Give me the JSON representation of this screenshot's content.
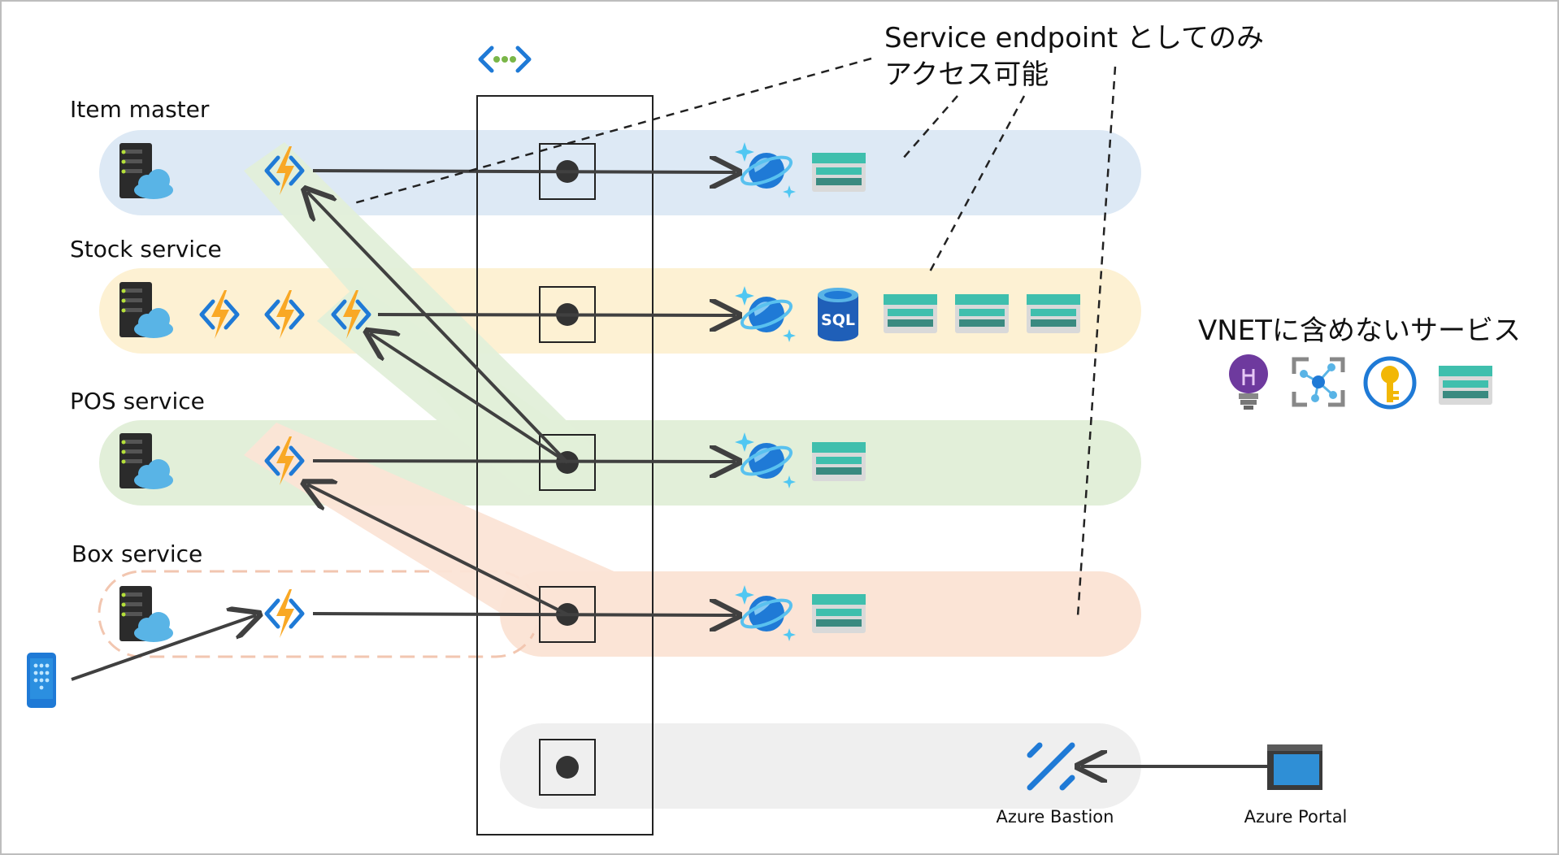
{
  "services": [
    {
      "label": "Item master"
    },
    {
      "label": "Stock service"
    },
    {
      "label": "POS service"
    },
    {
      "label": "Box service"
    }
  ],
  "callout": {
    "line1": "Service endpoint としてのみ",
    "line2": "アクセス可能"
  },
  "outside_vnet": {
    "title": "VNETに含めないサービス",
    "icons": [
      "app-insights-icon",
      "event-grid-icon",
      "key-vault-icon",
      "storage-account-icon"
    ]
  },
  "bastion": {
    "label": "Azure Bastion"
  },
  "portal": {
    "label": "Azure Portal"
  },
  "colors": {
    "item_master_band": "#dde9f5",
    "stock_band": "#fdf1d3",
    "pos_band": "#e2efd9",
    "box_band": "#fbe4d6",
    "mgmt_band": "#efefef",
    "function_bolt": "#f9a825",
    "function_bracket": "#1f7ad6",
    "arrow": "#404040"
  }
}
